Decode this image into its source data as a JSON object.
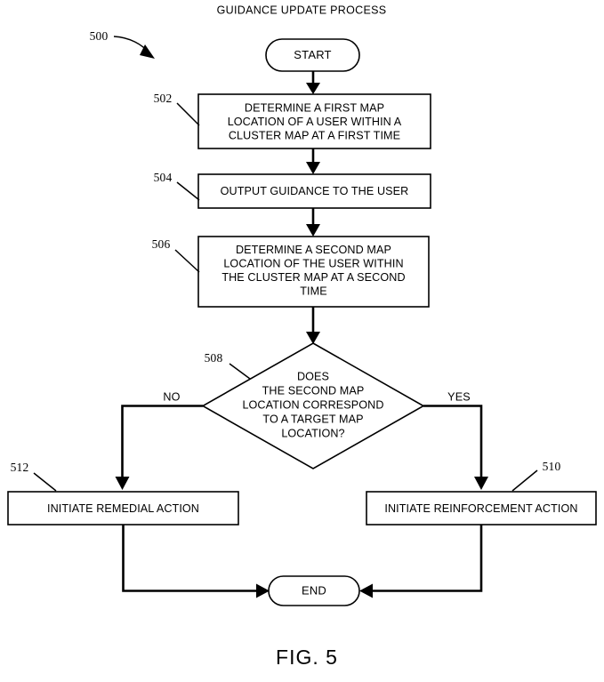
{
  "figure": {
    "title": "GUIDANCE UPDATE PROCESS",
    "caption": "FIG. 5",
    "diagram_ref": "500"
  },
  "nodes": {
    "start": {
      "label": "START",
      "shape": "stadium"
    },
    "step_502": {
      "ref": "502",
      "shape": "process",
      "lines": [
        "DETERMINE A FIRST MAP",
        "LOCATION OF A USER WITHIN A",
        "CLUSTER MAP AT A FIRST TIME"
      ]
    },
    "step_504": {
      "ref": "504",
      "shape": "process",
      "lines": [
        "OUTPUT GUIDANCE TO THE USER"
      ]
    },
    "step_506": {
      "ref": "506",
      "shape": "process",
      "lines": [
        "DETERMINE A SECOND MAP",
        "LOCATION OF THE USER WITHIN",
        "THE CLUSTER MAP AT A SECOND",
        "TIME"
      ]
    },
    "decision_508": {
      "ref": "508",
      "shape": "diamond",
      "lines": [
        "DOES",
        "THE SECOND MAP",
        "LOCATION CORRESPOND",
        "TO A TARGET MAP",
        "LOCATION?"
      ]
    },
    "step_510": {
      "ref": "510",
      "shape": "process",
      "lines": [
        "INITIATE REINFORCEMENT ACTION"
      ]
    },
    "step_512": {
      "ref": "512",
      "shape": "process",
      "lines": [
        "INITIATE REMEDIAL ACTION"
      ]
    },
    "end": {
      "label": "END",
      "shape": "stadium"
    }
  },
  "branches": {
    "no_label": "NO",
    "yes_label": "YES"
  },
  "colors": {
    "stroke": "#000000",
    "fill": "#ffffff",
    "text": "#000000"
  }
}
